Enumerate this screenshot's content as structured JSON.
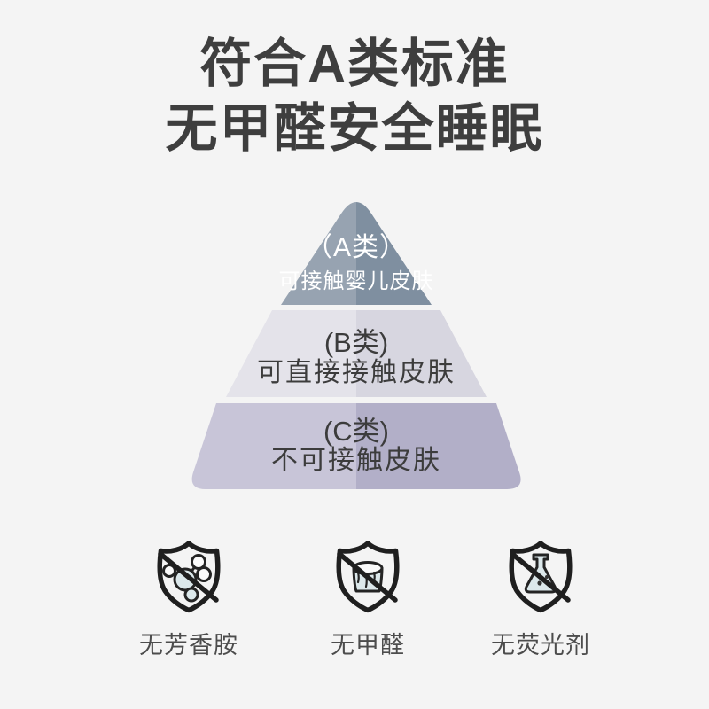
{
  "title": {
    "line1": "符合A类标准",
    "line2": "无甲醛安全睡眠"
  },
  "pyramid": {
    "tiers": [
      {
        "id": "A",
        "label": "（A类）",
        "desc": "可接触婴儿皮肤",
        "color_left": "#97a3b1",
        "color_right": "#7f8fa0",
        "text_color": "#ffffff"
      },
      {
        "id": "B",
        "label": "(B类)",
        "desc": "可直接接触皮肤",
        "color_left": "#e4e3ea",
        "color_right": "#d7d6e0",
        "text_color": "#3c3c3c"
      },
      {
        "id": "C",
        "label": "(C类)",
        "desc": "不可接触皮肤",
        "color_left": "#c8c5d8",
        "color_right": "#b2afc8",
        "text_color": "#3c3c3c"
      }
    ]
  },
  "features": [
    {
      "icon": "no-aromatic-amine-icon",
      "label": "无芳香胺"
    },
    {
      "icon": "no-formaldehyde-icon",
      "label": "无甲醛"
    },
    {
      "icon": "no-fluorescent-icon",
      "label": "无荧光剂"
    }
  ],
  "colors": {
    "background": "#f4f4f4",
    "title_text": "#3e3e3e",
    "icon_stroke": "#1f1f1f",
    "icon_fill": "#dce8eb",
    "feature_label": "#4c4c4c"
  }
}
